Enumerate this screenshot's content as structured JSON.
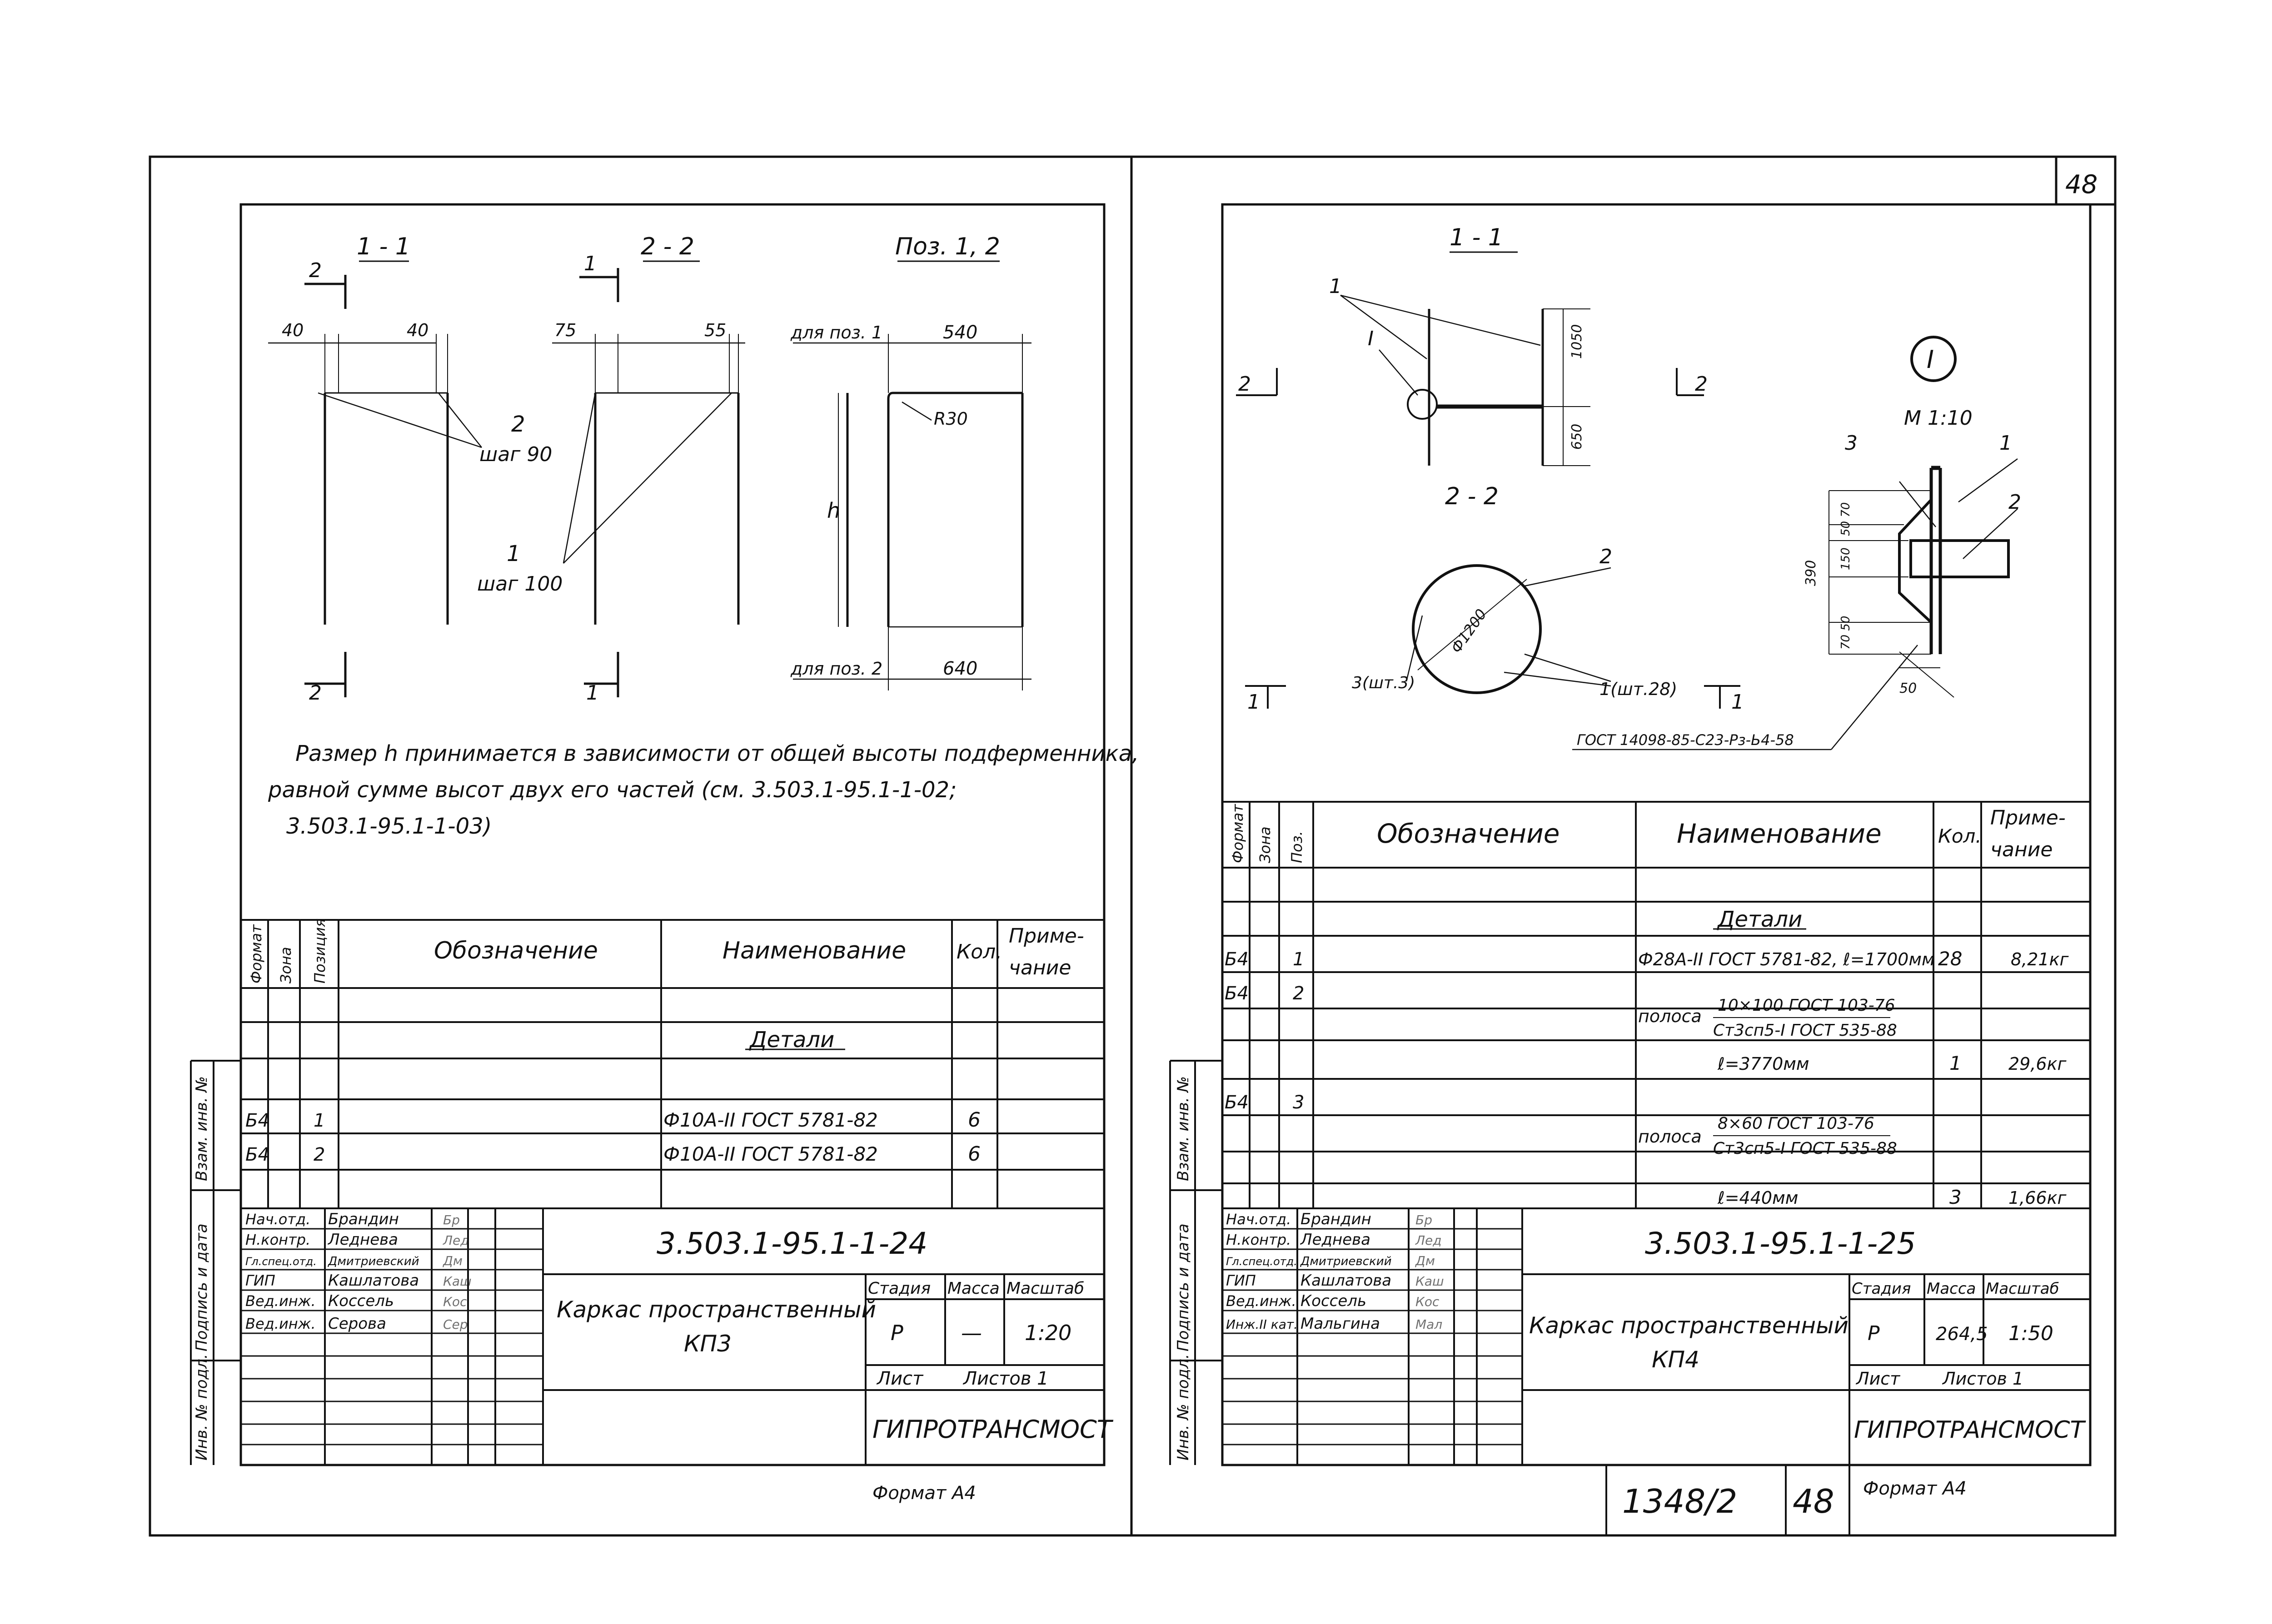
{
  "sheet_number": "48",
  "archive_number": "1348/2",
  "archive_sheet": "48",
  "left": {
    "sections": {
      "s11": "1 - 1",
      "s22": "2 - 2",
      "poz": "Поз. 1, 2"
    },
    "cut_marks": {
      "c2": "2",
      "c1": "1"
    },
    "dims": {
      "d40a": "40",
      "d40b": "40",
      "d75": "75",
      "d55": "55",
      "shag90_num": "2",
      "shag90": "шаг 90",
      "shag100_num": "1",
      "shag100": "шаг 100",
      "for_poz1": "для поз. 1",
      "len540": "540",
      "for_poz2": "для поз. 2",
      "len640": "640",
      "r30": "R30",
      "h": "h"
    },
    "note": [
      "Размер h принимается в зависимости от общей высоты подферменника,",
      "равной сумме высот двух его частей (см. 3.503.1-95.1-1-02;",
      "3.503.1-95.1-1-03)"
    ],
    "spec": {
      "h_format": "Формат",
      "h_zone": "Зона",
      "h_pos": "Позиция",
      "h_designation": "Обозначение",
      "h_name": "Наименование",
      "h_qty": "Кол.",
      "h_note1": "Приме-",
      "h_note2": "чание",
      "section": "Детали",
      "rows": [
        {
          "format": "Б4",
          "pos": "1",
          "name": "Ф10А-II ГОСТ 5781-82",
          "qty": "6"
        },
        {
          "format": "Б4",
          "pos": "2",
          "name": "Ф10А-II ГОСТ 5781-82",
          "qty": "6"
        }
      ]
    },
    "side_labels": {
      "l1": "Взам. инв. №",
      "l2": "Подпись и дата",
      "l3": "Инв. № подл."
    },
    "title": {
      "code": "3.503.1-95.1-1-24",
      "name1": "Каркас пространственный",
      "name2": "КП3",
      "h_stage": "Стадия",
      "h_mass": "Масса",
      "h_scale": "Масштаб",
      "stage": "Р",
      "mass": "—",
      "scale": "1:20",
      "sheet": "Лист",
      "sheets": "Листов 1",
      "org": "ГИПРОТРАНСМОСТ",
      "roles": [
        {
          "role": "Нач.отд.",
          "name": "Брандин",
          "sign": "Бр"
        },
        {
          "role": "Н.контр.",
          "name": "Леднева",
          "sign": "Лед"
        },
        {
          "role": "Гл.спец.отд.",
          "name": "Дмитриевский",
          "sign": "Дм"
        },
        {
          "role": "ГИП",
          "name": "Кашлатова",
          "sign": "Каш"
        },
        {
          "role": "Вед.инж.",
          "name": "Коссель",
          "sign": "Кос"
        },
        {
          "role": "Вед.инж.",
          "name": "Серова",
          "sign": "Сер"
        }
      ]
    },
    "format": "Формат А4"
  },
  "right": {
    "sections": {
      "s11": "1 - 1",
      "s22": "2 - 2"
    },
    "cut_marks": {
      "c2": "2",
      "c1": "1"
    },
    "dims": {
      "d1050": "1050",
      "d650": "650",
      "d1200": "Ф1200"
    },
    "callouts": {
      "p1": "1",
      "pI": "I",
      "p2": "2",
      "p3sht": "3(шт.3)",
      "p1sht": "1(шт.28)"
    },
    "detail": {
      "label": "I",
      "scale": "М 1:10",
      "c3": "3",
      "c1": "1",
      "c2": "2",
      "d390": "390",
      "d5070": "50 70",
      "d150": "150",
      "d7050": "70 50",
      "d50": "50",
      "gost": "ГОСТ 14098-85-С23-Рз-Ь4-58"
    },
    "spec": {
      "h_format": "Формат",
      "h_zone": "Зона",
      "h_pos": "Поз.",
      "h_designation": "Обозначение",
      "h_name": "Наименование",
      "h_qty": "Кол.",
      "h_note1": "Приме-",
      "h_note2": "чание",
      "section": "Детали",
      "rows": [
        {
          "format": "Б4",
          "pos": "1",
          "name1": "Ф28А-II ГОСТ 5781-82, ℓ=1700мм",
          "name2": "",
          "qty": "28",
          "note": "8,21кг"
        },
        {
          "format": "Б4",
          "pos": "2",
          "name1": "10×100 ГОСТ 103-76",
          "name2": "Ст3сп5-I ГОСТ 535-88",
          "prefix": "полоса",
          "qty": "",
          "note": ""
        },
        {
          "format": "",
          "pos": "",
          "name1": "ℓ=3770мм",
          "name2": "",
          "qty": "1",
          "note": "29,6кг"
        },
        {
          "format": "Б4",
          "pos": "3",
          "name1": "8×60 ГОСТ 103-76",
          "name2": "Ст3сп5-I ГОСТ 535-88",
          "prefix": "полоса",
          "qty": "",
          "note": ""
        },
        {
          "format": "",
          "pos": "",
          "name1": "ℓ=440мм",
          "name2": "",
          "qty": "3",
          "note": "1,66кг"
        }
      ]
    },
    "side_labels": {
      "l1": "Взам. инв. №",
      "l2": "Подпись и дата",
      "l3": "Инв. № подл."
    },
    "title": {
      "code": "3.503.1-95.1-1-25",
      "name1": "Каркас пространственный",
      "name2": "КП4",
      "h_stage": "Стадия",
      "h_mass": "Масса",
      "h_scale": "Масштаб",
      "stage": "Р",
      "mass": "264,5",
      "scale": "1:50",
      "sheet": "Лист",
      "sheets": "Листов 1",
      "org": "ГИПРОТРАНСМОСТ",
      "roles": [
        {
          "role": "Нач.отд.",
          "name": "Брандин",
          "sign": "Бр"
        },
        {
          "role": "Н.контр.",
          "name": "Леднева",
          "sign": "Лед"
        },
        {
          "role": "Гл.спец.отд.",
          "name": "Дмитриевский",
          "sign": "Дм"
        },
        {
          "role": "ГИП",
          "name": "Кашлатова",
          "sign": "Каш"
        },
        {
          "role": "Вед.инж.",
          "name": "Коссель",
          "sign": "Кос"
        },
        {
          "role": "Инж.II кат.",
          "name": "Мальгина",
          "sign": "Мал"
        }
      ]
    },
    "format": "Формат А4"
  }
}
